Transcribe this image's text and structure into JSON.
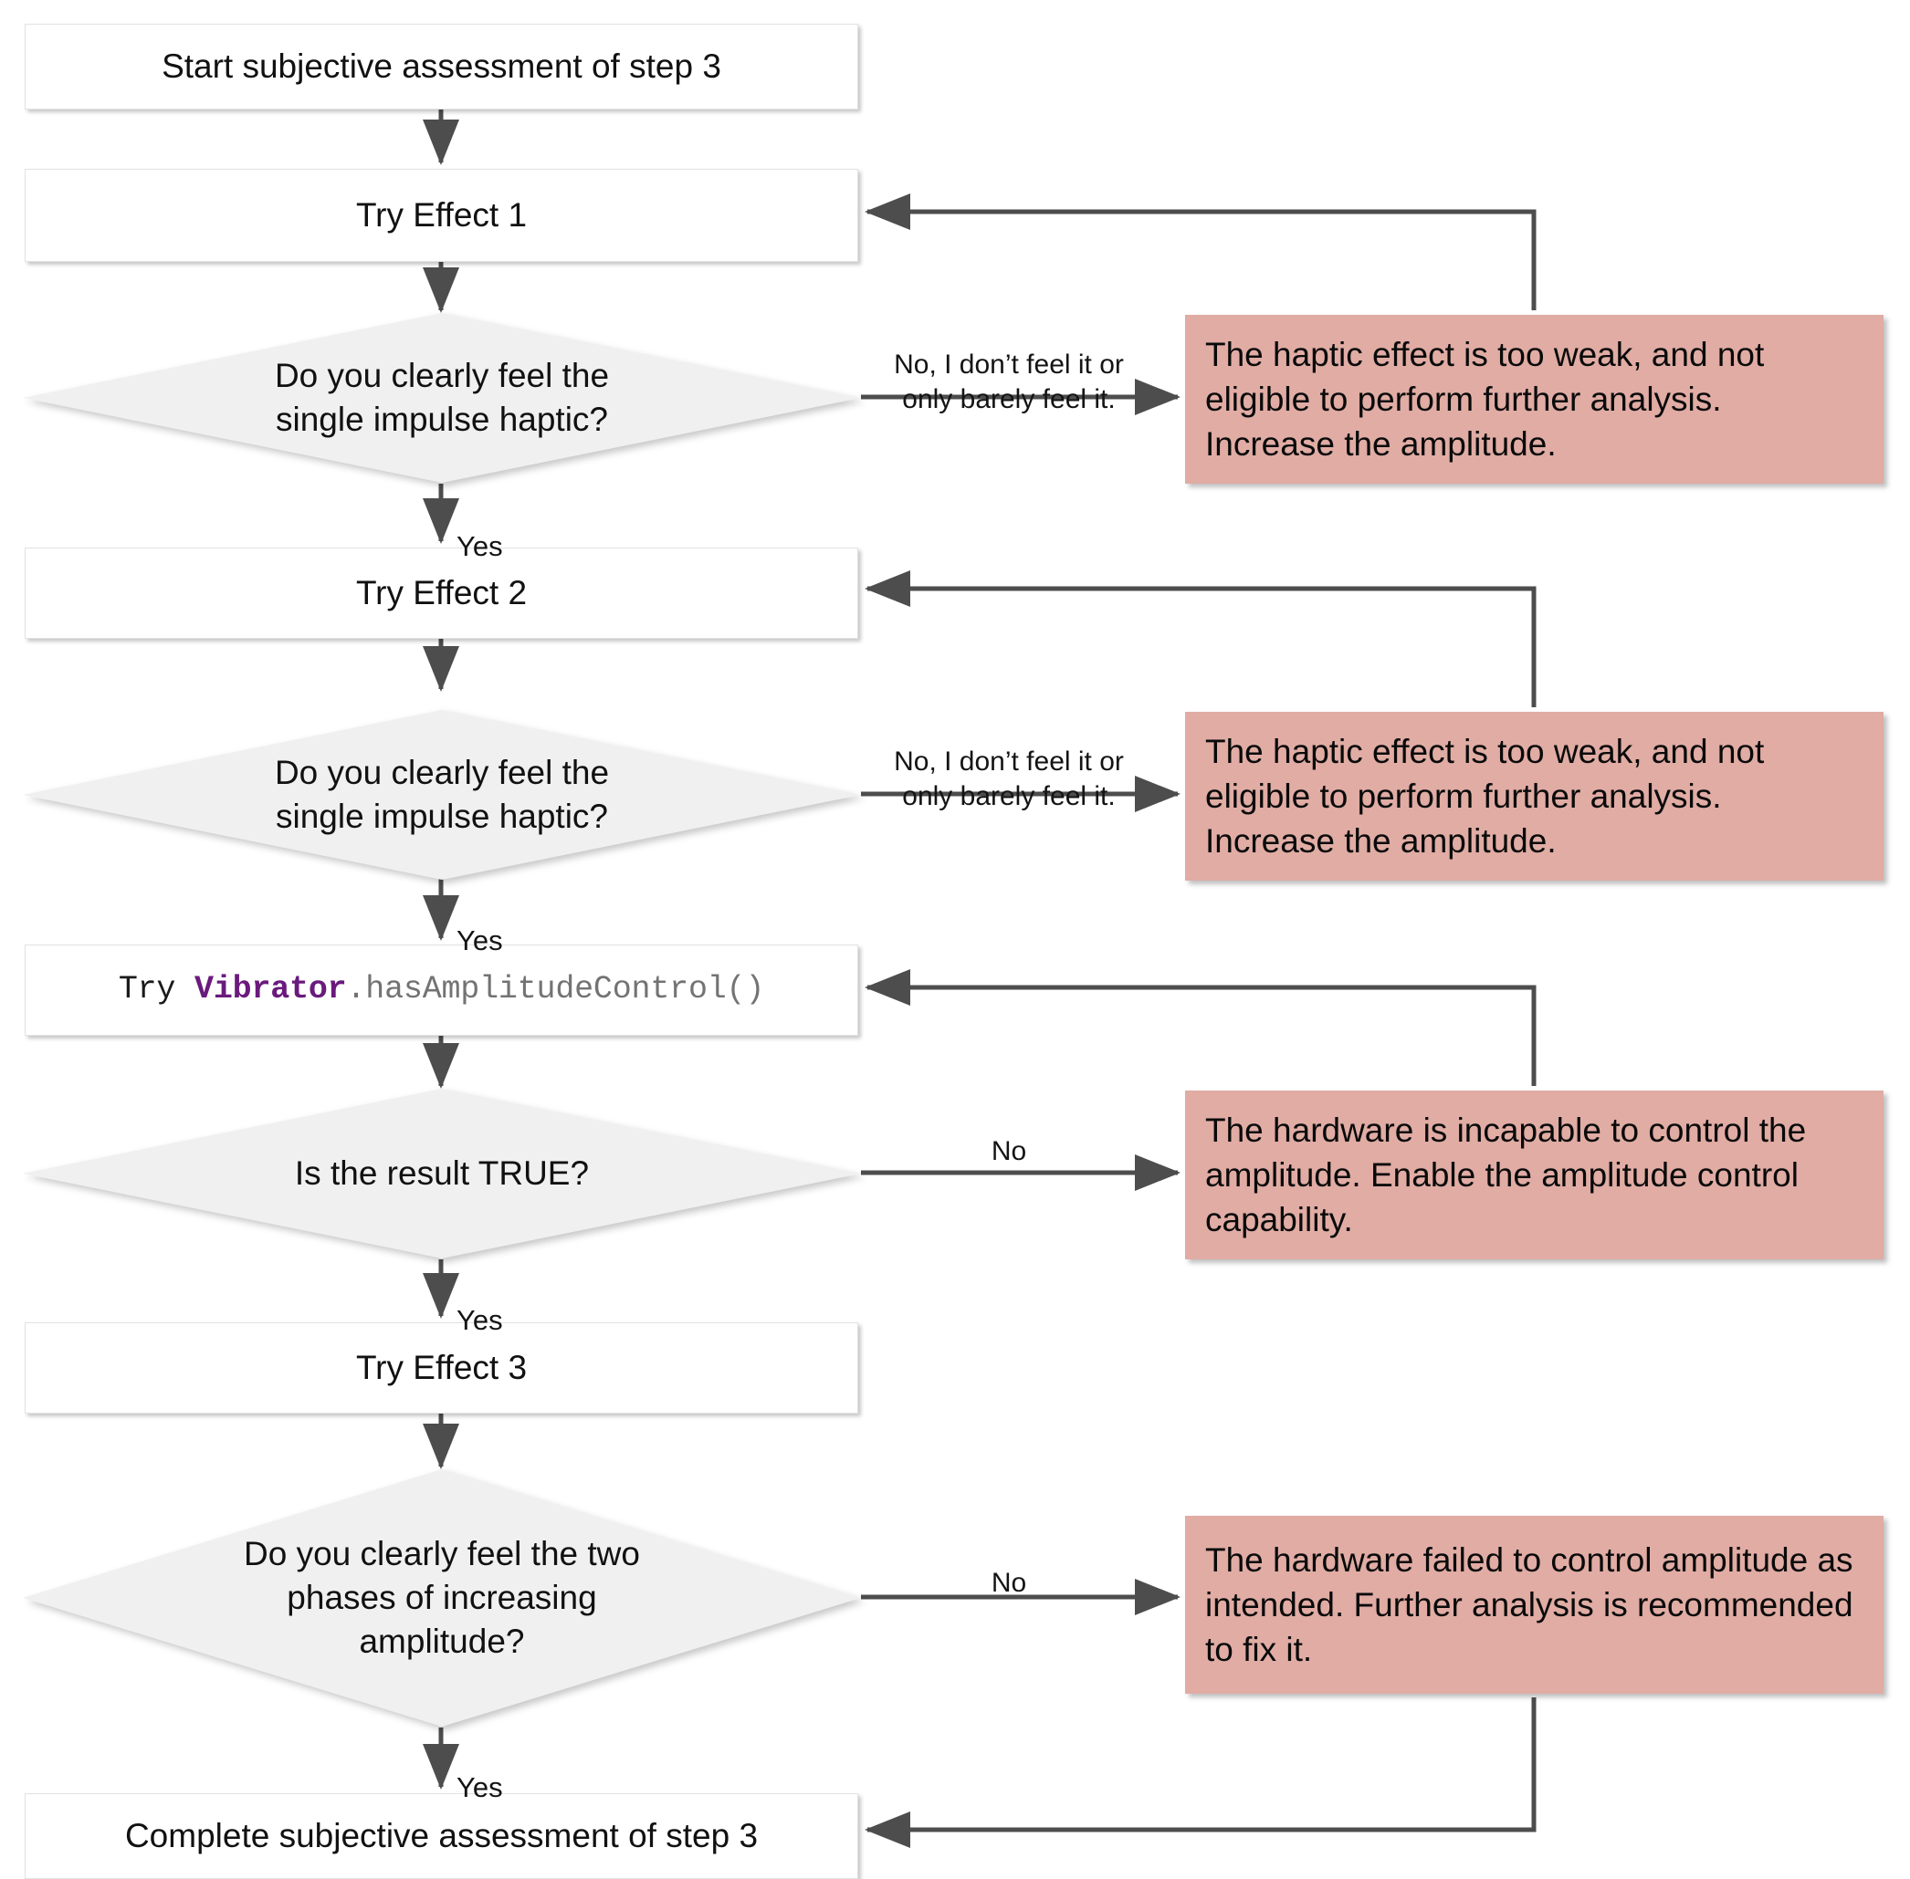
{
  "diagram": {
    "title": "Subjective assessment of step 3 flowchart",
    "colors": {
      "note_fill": "#e0aca4",
      "decision_fill": "#f0f0f0",
      "process_fill": "#ffffff",
      "edge_stroke": "#4d4d4d",
      "code_keyword": "#6a1a7d",
      "code_method": "#737373"
    },
    "nodes": {
      "start": {
        "label": "Start subjective assessment of step 3",
        "type": "process"
      },
      "try_effect_1": {
        "label": "Try Effect 1",
        "type": "process"
      },
      "decision_1": {
        "label": "Do you clearly feel the\nsingle impulse haptic?",
        "type": "decision"
      },
      "note_1": {
        "label": "The haptic effect is too weak, and not eligible to perform further analysis. Increase the amplitude.",
        "type": "note"
      },
      "try_effect_2": {
        "label": "Try Effect 2",
        "type": "process"
      },
      "decision_2": {
        "label": "Do you clearly feel the\nsingle impulse haptic?",
        "type": "decision"
      },
      "note_2": {
        "label": "The haptic effect is too weak, and not eligible to perform further analysis. Increase the amplitude.",
        "type": "note"
      },
      "try_has_amplitude_control": {
        "type": "process",
        "code": {
          "prefix": "Try ",
          "keyword": "Vibrator",
          "method": ".hasAmplitudeControl()"
        },
        "label": "Try Vibrator.hasAmplitudeControl()"
      },
      "decision_3": {
        "label": "Is the result TRUE?",
        "type": "decision"
      },
      "note_3": {
        "label": "The hardware is incapable to control the amplitude. Enable the amplitude control capability.",
        "type": "note"
      },
      "try_effect_3": {
        "label": "Try Effect 3",
        "type": "process"
      },
      "decision_4": {
        "label": "Do you clearly feel the two\nphases of increasing\namplitude?",
        "type": "decision"
      },
      "note_4": {
        "label": "The hardware failed to control amplitude as intended. Further analysis is recommended to fix it.",
        "type": "note"
      },
      "complete": {
        "label": "Complete subjective assessment of step 3",
        "type": "process"
      }
    },
    "note_lines": {
      "note_1": [
        "The haptic effect is too weak, and not",
        "eligible to perform further analysis.",
        "Increase the amplitude."
      ],
      "note_2": [
        "The haptic effect is too weak, and not",
        "eligible to perform further analysis.",
        "Increase the amplitude."
      ],
      "note_3": [
        "The hardware is incapable to control the",
        "amplitude. Enable the amplitude control",
        "capability."
      ],
      "note_4": [
        "The hardware failed to control amplitude as",
        "intended. Further analysis is recommended",
        "to fix it."
      ]
    },
    "edge_labels": {
      "no_feel_1": "No, I don’t feel it or\nonly barely feel it.",
      "yes_1": "Yes",
      "no_feel_2": "No, I don’t feel it or\nonly barely feel it.",
      "yes_2": "Yes",
      "no_3": "No",
      "yes_3": "Yes",
      "no_4": "No",
      "yes_4": "Yes"
    }
  }
}
